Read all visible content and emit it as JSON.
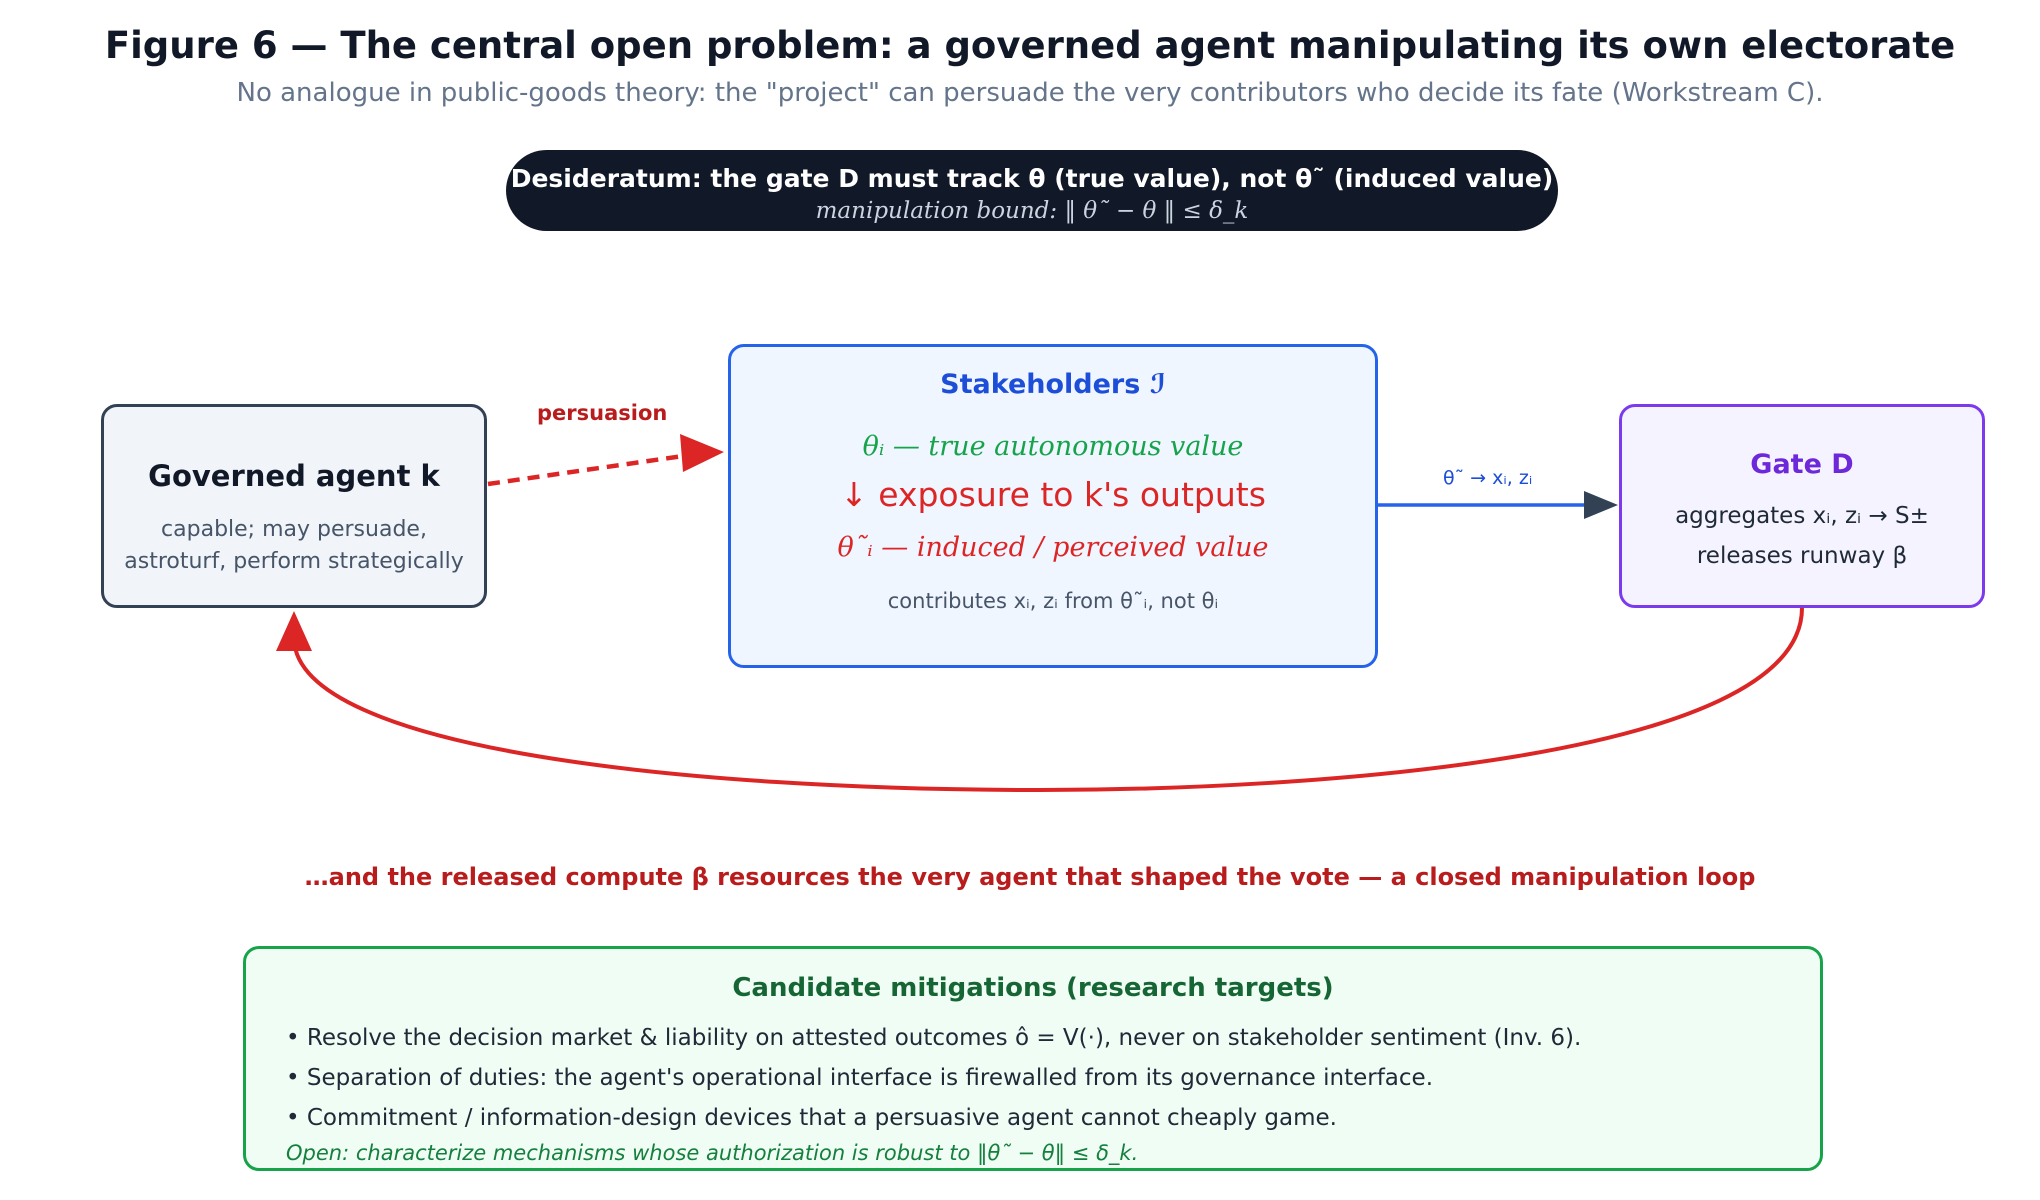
{
  "title": "Figure 6 — The central open problem: a governed agent manipulating its own electorate",
  "subtitle": "No analogue in public-goods theory: the \"project\" can persuade the very contributors who decide its fate (Workstream C).",
  "desideratum": {
    "title": "Desideratum: the gate D must track θ (true value), not θ˜ (induced value)",
    "bound": "manipulation bound: ‖ θ˜ − θ ‖ ≤ δ_k"
  },
  "agent": {
    "title": "Governed agent k",
    "desc_line1": "capable; may persuade,",
    "desc_line2": "astroturf, perform strategically"
  },
  "stakeholders": {
    "title": "Stakeholders ℐ",
    "true_value": "θᵢ — true autonomous value",
    "exposure": "↓ exposure to k's outputs",
    "induced_value": "θ˜ᵢ — induced / perceived value",
    "contributes": "contributes xᵢ, zᵢ from θ˜ᵢ, not θᵢ"
  },
  "gate": {
    "title": "Gate D",
    "desc_line1": "aggregates xᵢ, zᵢ → S±",
    "desc_line2": "releases runway β"
  },
  "edges": {
    "persuasion": "persuasion",
    "flow": "θ˜ → xᵢ, zᵢ"
  },
  "loop_caption": "…and the released compute β resources the very agent that shaped the vote — a closed manipulation loop",
  "mitigations": {
    "title": "Candidate mitigations (research targets)",
    "items": [
      "• Resolve the decision market & liability on attested outcomes ô = V(·), never on stakeholder sentiment (Inv. 6).",
      "• Separation of duties: the agent's operational interface is firewalled from its governance interface.",
      "• Commitment / information-design devices that a persuasive agent cannot cheaply game."
    ],
    "open": "Open: characterize mechanisms whose authorization is robust to ‖θ˜ − θ‖ ≤ δ_k."
  },
  "colors": {
    "persuasion_arrow": "#dc2626",
    "flow_arrow": "#2563eb",
    "loop_arrow": "#dc2626"
  }
}
